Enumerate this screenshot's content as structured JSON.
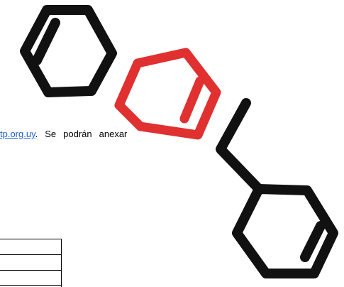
{
  "text": {
    "link": "tp.org.uy",
    "after_link": ".",
    "word_se": "Se",
    "word_podran": "podrán",
    "word_anexar": "anexar"
  },
  "logo": {
    "ring_color_black": "#111111",
    "ring_color_red": "#e03030"
  }
}
